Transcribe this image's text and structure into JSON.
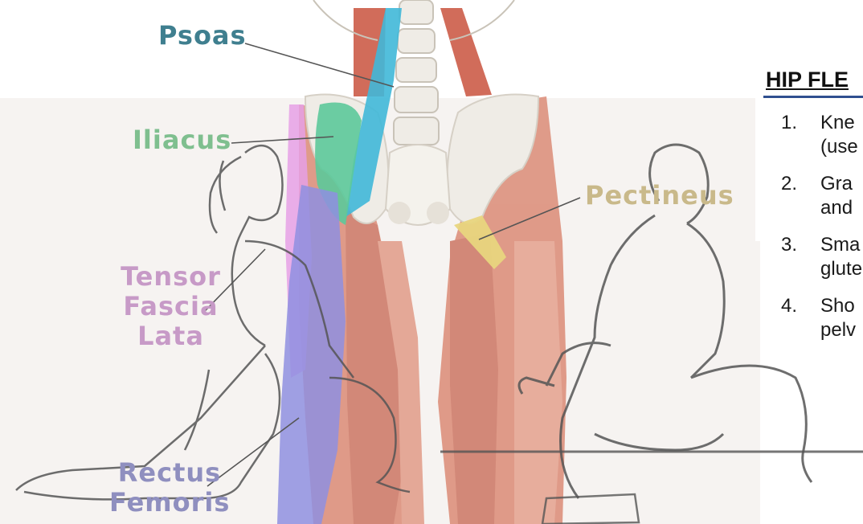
{
  "labels": {
    "psoas": "Psoas",
    "iliacus": "Iliacus",
    "pectineus": "Pectineus",
    "tensor_fascia_lata": [
      "Tensor",
      "Fascia",
      "Lata"
    ],
    "rectus_femoris": [
      "Rectus",
      "Femoris"
    ]
  },
  "colors": {
    "psoas": "#3f7f8f",
    "iliacus": "#7fbf8f",
    "pectineus": "#c9b98a",
    "tensor_fascia_lata": "#c79ac7",
    "rectus_femoris": "#8f8fbf",
    "muscle": "#d9826b",
    "bone": "#efece6"
  },
  "panel": {
    "heading": "HIP FLE",
    "steps": [
      {
        "num": "1.",
        "lines": [
          "Kne",
          "(use"
        ]
      },
      {
        "num": "2.",
        "lines": [
          "Gra",
          "and"
        ]
      },
      {
        "num": "3.",
        "lines": [
          "Sma",
          "glute"
        ]
      },
      {
        "num": "4.",
        "lines": [
          "Sho",
          "pelv"
        ]
      }
    ]
  }
}
